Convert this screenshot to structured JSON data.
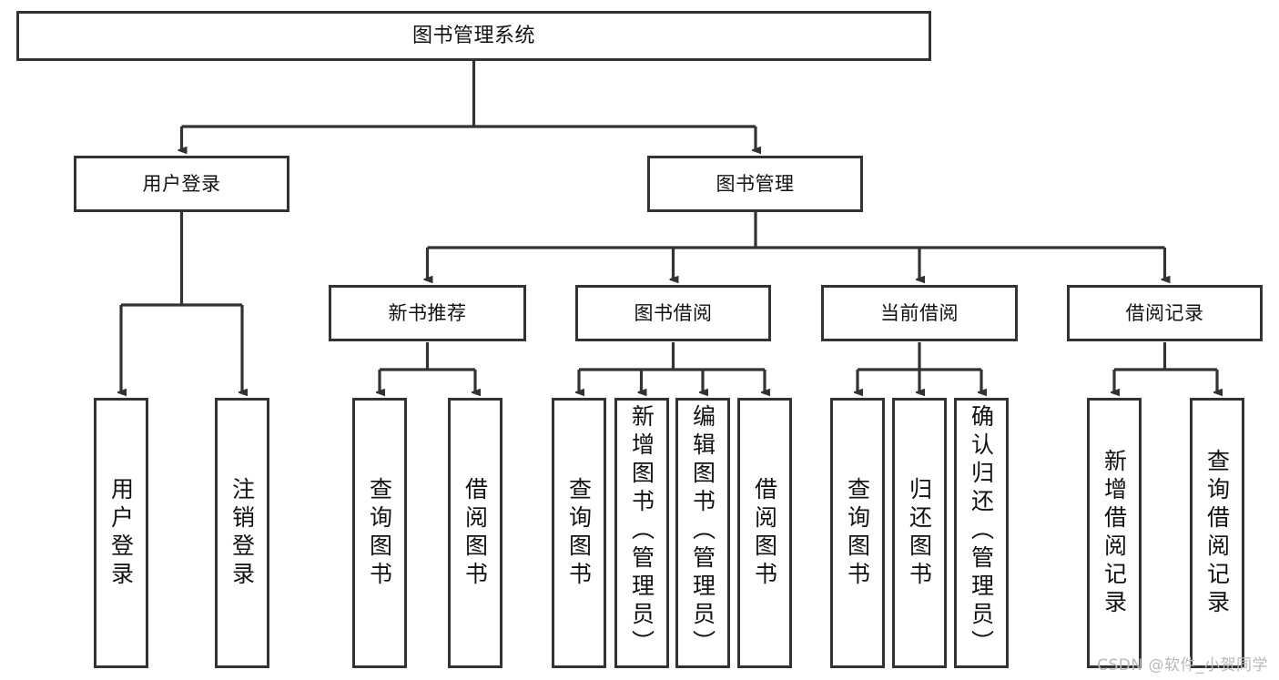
{
  "diagram": {
    "title": "图书管理系统",
    "root": {
      "label": "图书管理系统"
    },
    "level2": [
      {
        "label": "用户登录"
      },
      {
        "label": "图书管理"
      }
    ],
    "level3": [
      {
        "label": "新书推荐"
      },
      {
        "label": "图书借阅"
      },
      {
        "label": "当前借阅"
      },
      {
        "label": "借阅记录"
      }
    ],
    "leaves": {
      "user_login": [
        {
          "label": "用户登录"
        },
        {
          "label": "注销登录"
        }
      ],
      "new_book_recommend": [
        {
          "label": "查询图书"
        },
        {
          "label": "借阅图书"
        }
      ],
      "book_borrow": [
        {
          "label": "查询图书"
        },
        {
          "label": "新增图书（管理员）"
        },
        {
          "label": "编辑图书（管理员）"
        },
        {
          "label": "借阅图书"
        }
      ],
      "current_borrow": [
        {
          "label": "查询图书"
        },
        {
          "label": "归还图书"
        },
        {
          "label": "确认归还（管理员）"
        }
      ],
      "borrow_record": [
        {
          "label": "新增借阅记录"
        },
        {
          "label": "查询借阅记录"
        }
      ]
    }
  },
  "watermark": {
    "text": "CSDN @软件_小贺同学"
  },
  "colors": {
    "background": "#ffffff",
    "node_border": "#333333",
    "node_fill": "#ffffff",
    "text": "#111111",
    "edge": "#333333",
    "watermark": "#b9b9b9"
  }
}
